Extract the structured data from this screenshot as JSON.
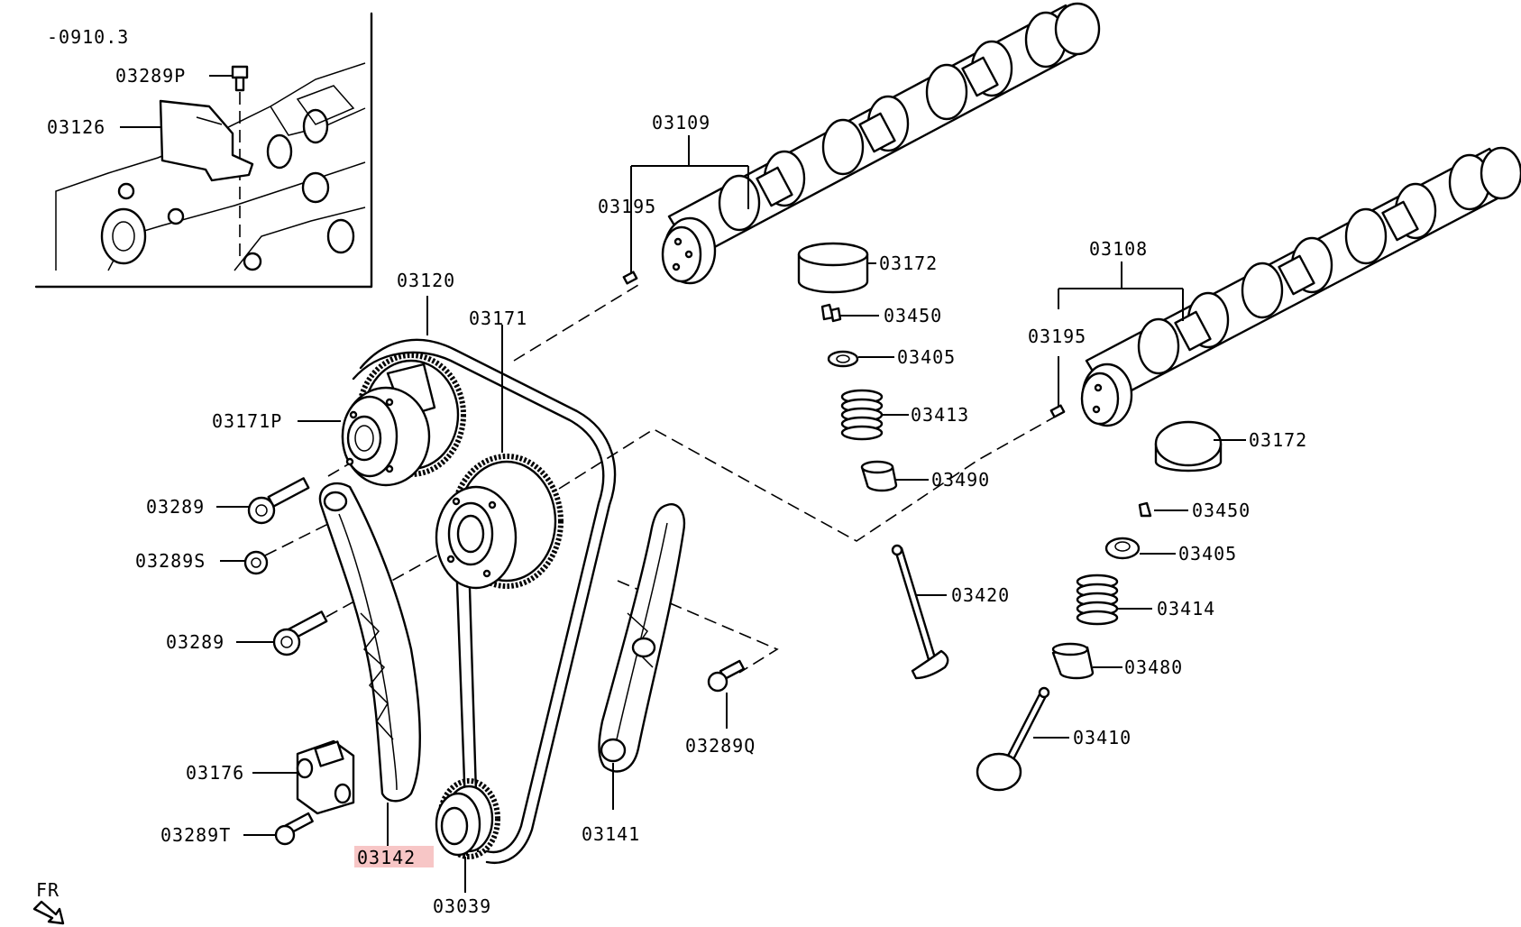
{
  "inset": {
    "note": "-0910.3"
  },
  "labels": {
    "p03289P": "03289P",
    "p03126": "03126",
    "p03109": "03109",
    "p03195a": "03195",
    "p03172a": "03172",
    "p03450a": "03450",
    "p03405a": "03405",
    "p03413": "03413",
    "p03490": "03490",
    "p03120": "03120",
    "p03171": "03171",
    "p03171P": "03171P",
    "p03289a": "03289",
    "p03289S": "03289S",
    "p03289b": "03289",
    "p03176": "03176",
    "p03289T": "03289T",
    "p03142": "03142",
    "p03039": "03039",
    "p03141": "03141",
    "p03289Q": "03289Q",
    "p03420": "03420",
    "p03108": "03108",
    "p03195b": "03195",
    "p03172b": "03172",
    "p03450b": "03450",
    "p03405b": "03405",
    "p03414": "03414",
    "p03480": "03480",
    "p03410": "03410"
  },
  "direction": {
    "label": "FR"
  },
  "colors": {
    "highlight": "#f7c6c6",
    "line": "#000000"
  }
}
